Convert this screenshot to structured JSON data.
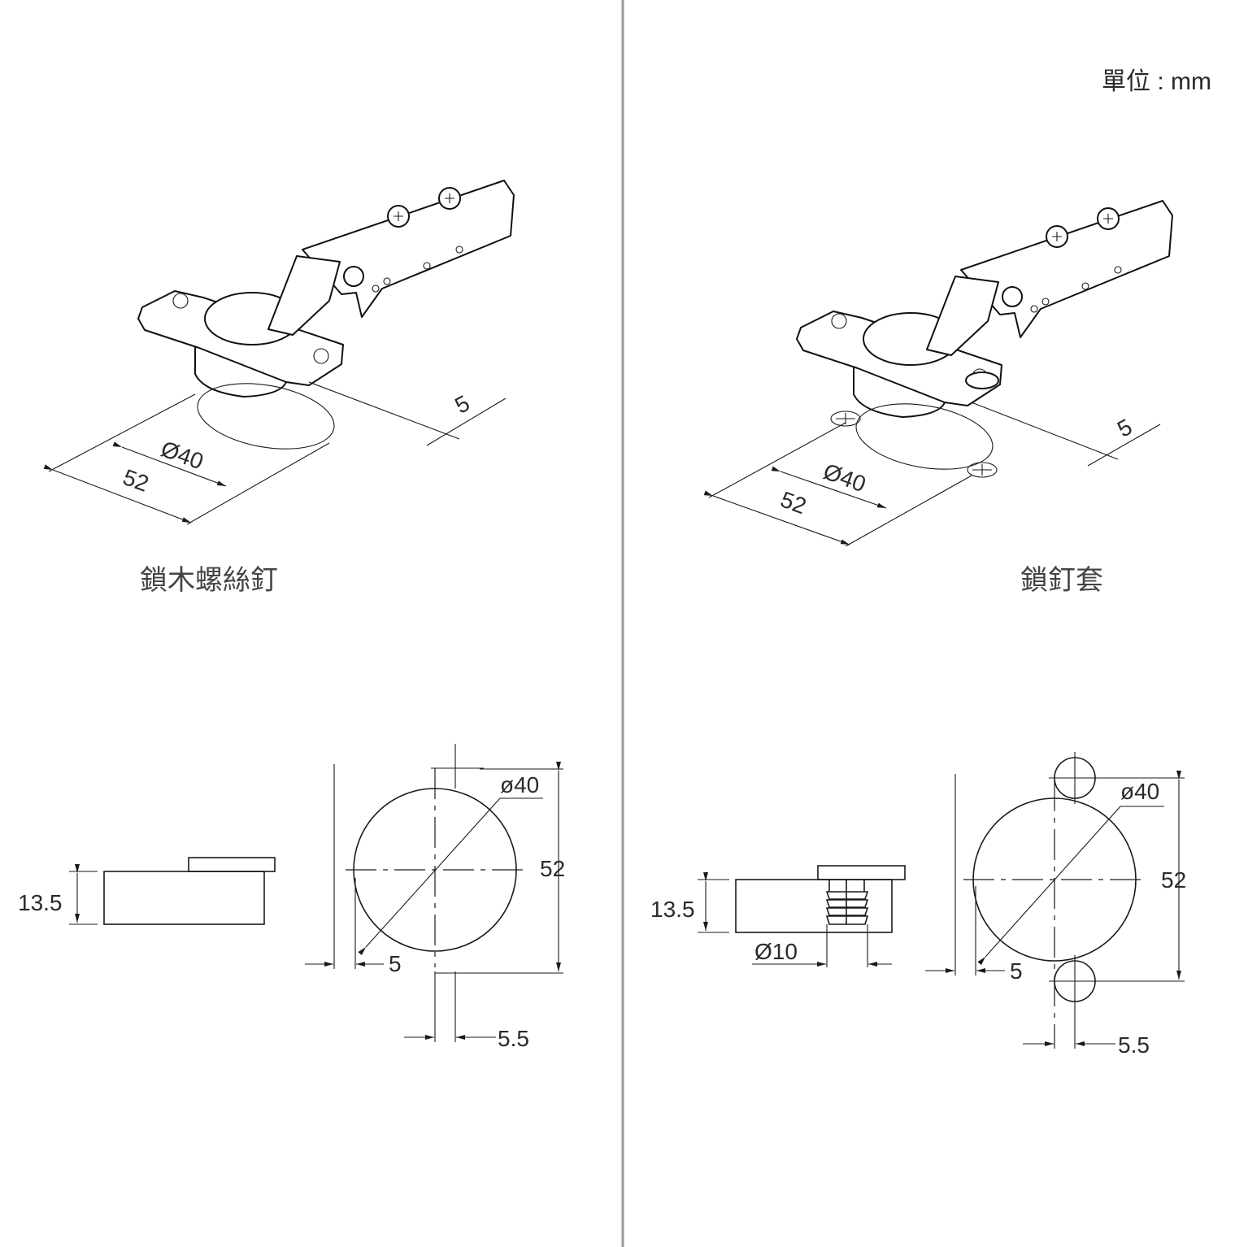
{
  "unit_label": "單位 : mm",
  "left": {
    "caption": "鎖木螺絲釘",
    "iso_dims": {
      "offset": "5",
      "cup_diameter": "Ø40",
      "width": "52"
    },
    "side_dims": {
      "height": "13.5"
    },
    "plan_dims": {
      "cup_diameter": "ø40",
      "length": "52",
      "edge_offset": "5",
      "center_offset": "5.5"
    }
  },
  "right": {
    "caption": "鎖釘套",
    "iso_dims": {
      "offset": "5",
      "cup_diameter": "Ø40",
      "width": "52"
    },
    "side_dims": {
      "height": "13.5",
      "dowel_diameter": "Ø10"
    },
    "plan_dims": {
      "cup_diameter": "ø40",
      "length": "52",
      "edge_offset": "5",
      "center_offset": "5.5"
    }
  }
}
